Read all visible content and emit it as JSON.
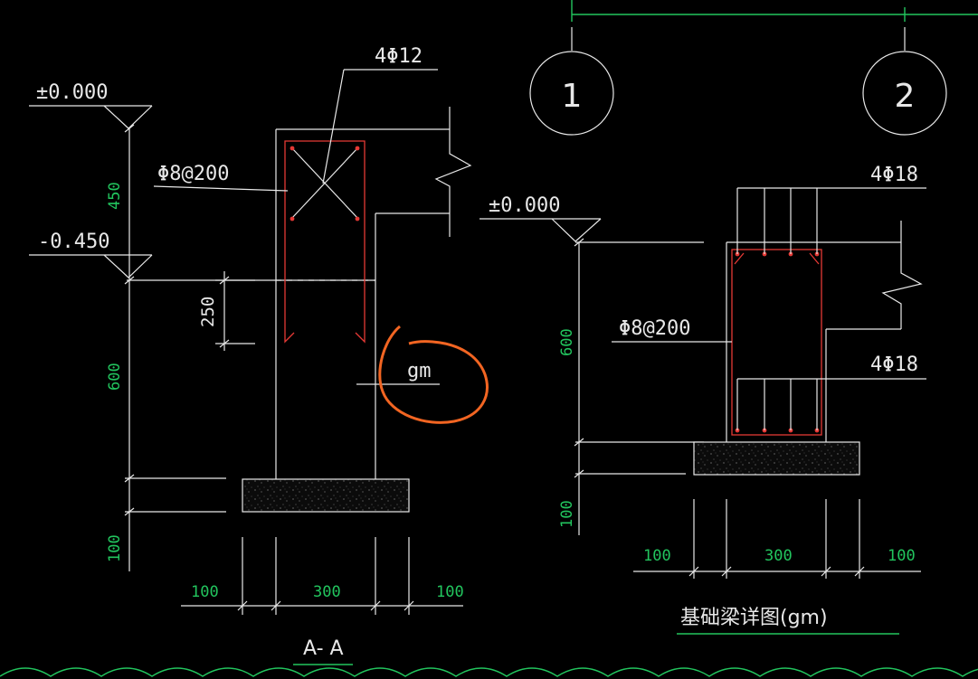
{
  "section_aa": {
    "elev_top": "±0.000",
    "elev_mid": "-0.450",
    "rebar_top": "4Φ12",
    "stirrup": "Φ8@200",
    "dim_450": "450",
    "dim_250": "250",
    "dim_600": "600",
    "dim_100_v": "100",
    "dim_100_left": "100",
    "dim_300": "300",
    "dim_100_right": "100",
    "gm_label": "gm",
    "title": "A- A"
  },
  "grid": {
    "axis_1": "1",
    "axis_2": "2"
  },
  "beam_detail": {
    "elev_top": "±0.000",
    "rebar_top": "4Φ18",
    "stirrup": "Φ8@200",
    "rebar_bottom": "4Φ18",
    "dim_600": "600",
    "dim_100_v": "100",
    "dim_100_left": "100",
    "dim_300": "300",
    "dim_100_right": "100",
    "title": "基础梁详图(gm)"
  },
  "colors": {
    "background": "#000000",
    "lines": "#e8e8e8",
    "dimensions": "#22c55e",
    "rebar": "#e53935",
    "markup_circle": "#f26522"
  }
}
